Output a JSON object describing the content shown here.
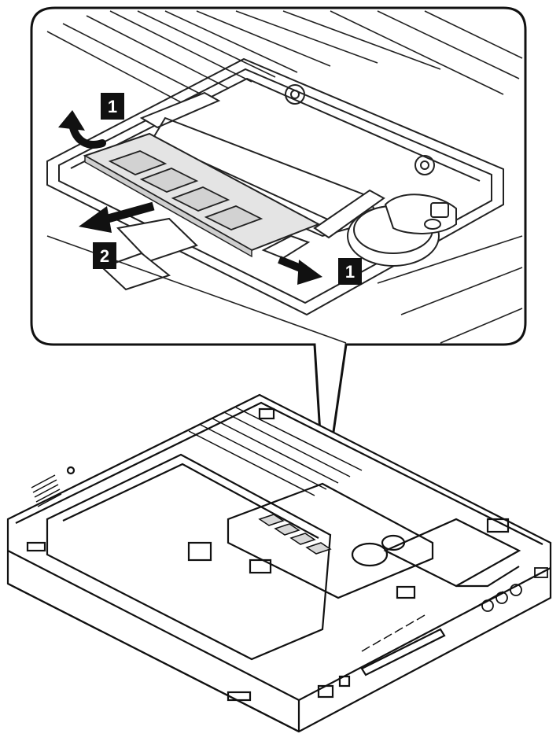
{
  "callouts": {
    "step1_top": "1",
    "step1_bottom": "1",
    "step2": "2"
  },
  "colors": {
    "line": "#111111",
    "memory_chip": "#d2d2d2",
    "memory_board": "#e4e4e4",
    "badge_fill": "#111111",
    "badge_text": "#ffffff",
    "background": "#ffffff"
  },
  "icons": {
    "arrow_pull_release": "curved-arrow",
    "arrow_remove_module": "straight-arrow"
  }
}
